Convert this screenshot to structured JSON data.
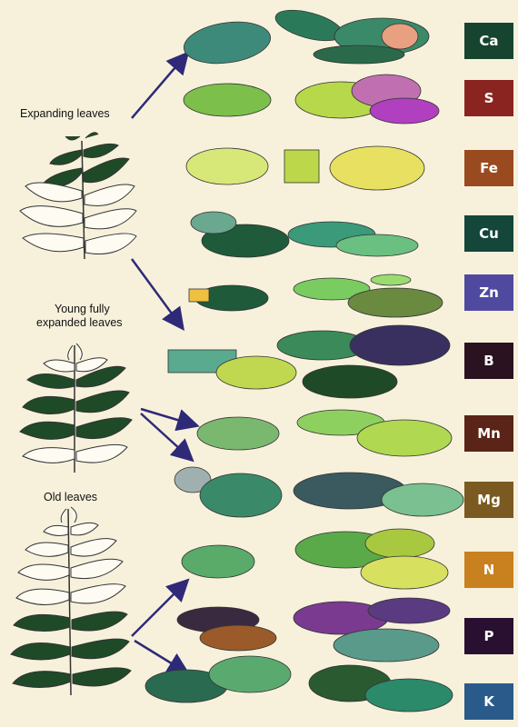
{
  "labels": {
    "expanding": "Expanding leaves",
    "young_line1": "Young fully",
    "young_line2": "expanded leaves",
    "old": "Old leaves"
  },
  "elements": [
    {
      "symbol": "Ca",
      "color": "#16442f"
    },
    {
      "symbol": "S",
      "color": "#8a2420"
    },
    {
      "symbol": "Fe",
      "color": "#9a4a1f"
    },
    {
      "symbol": "Cu",
      "color": "#14463a"
    },
    {
      "symbol": "Zn",
      "color": "#4f4aa0"
    },
    {
      "symbol": "B",
      "color": "#2b1220"
    },
    {
      "symbol": "Mn",
      "color": "#5a2418"
    },
    {
      "symbol": "Mg",
      "color": "#7a5a20"
    },
    {
      "symbol": "N",
      "color": "#c9801e"
    },
    {
      "symbol": "P",
      "color": "#2a1030"
    },
    {
      "symbol": "K",
      "color": "#2a5a8a"
    }
  ],
  "colors": {
    "background": "#f7f1dc",
    "dark_green": "#1f4a28",
    "arrow": "#2e2a78"
  }
}
